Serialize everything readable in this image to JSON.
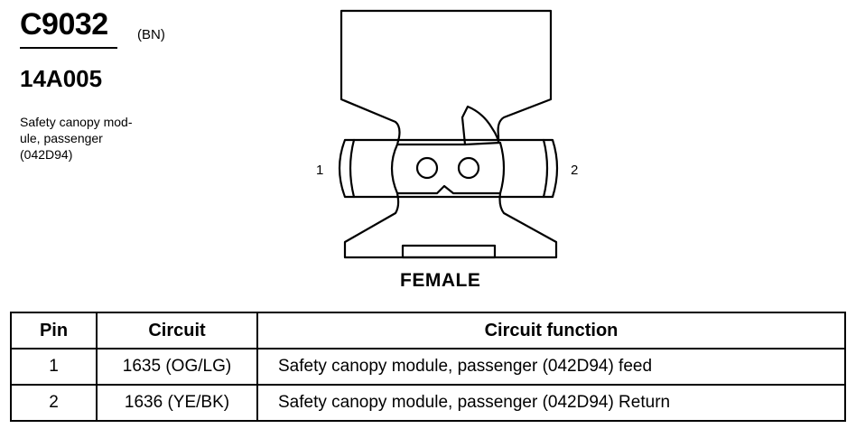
{
  "connector": {
    "id": "C9032",
    "color_code": "(BN)",
    "part_number": "14A005",
    "description_lines": [
      "Safety canopy mod-",
      "ule, passenger",
      "(042D94)"
    ]
  },
  "diagram": {
    "pin_labels": [
      "1",
      "2"
    ],
    "gender": "FEMALE"
  },
  "table": {
    "headers": [
      "Pin",
      "Circuit",
      "Circuit function"
    ],
    "rows": [
      {
        "pin": "1",
        "circuit": "1635 (OG/LG)",
        "function": "Safety canopy module, passenger (042D94) feed"
      },
      {
        "pin": "2",
        "circuit": "1636 (YE/BK)",
        "function": "Safety canopy module, passenger (042D94) Return"
      }
    ]
  }
}
